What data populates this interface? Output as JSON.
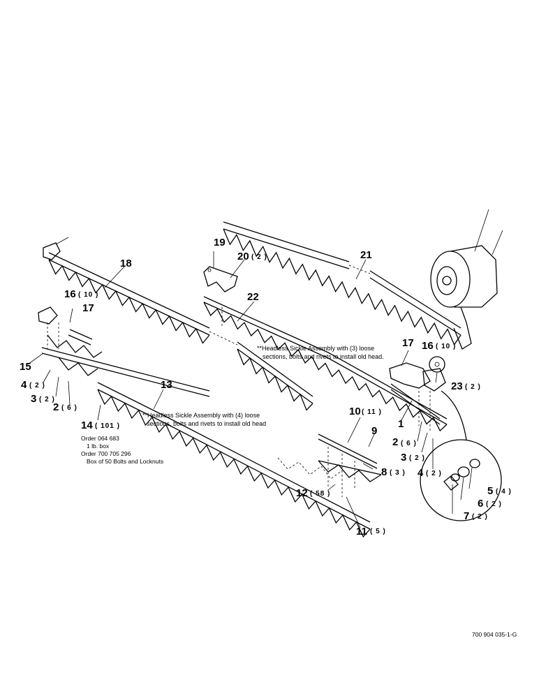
{
  "callouts": [
    {
      "id": "c1",
      "label": "1",
      "qty": ""
    },
    {
      "id": "c2a",
      "label": "2",
      "qty": "( 6 )"
    },
    {
      "id": "c2b",
      "label": "2",
      "qty": "( 6 )"
    },
    {
      "id": "c3a",
      "label": "3",
      "qty": "( 2 )"
    },
    {
      "id": "c3b",
      "label": "3",
      "qty": "( 2 )"
    },
    {
      "id": "c4a",
      "label": "4",
      "qty": "( 2 )"
    },
    {
      "id": "c4b",
      "label": "4",
      "qty": "( 2 )"
    },
    {
      "id": "c5",
      "label": "5",
      "qty": "( 4 )"
    },
    {
      "id": "c6",
      "label": "6",
      "qty": "( 2 )"
    },
    {
      "id": "c7",
      "label": "7",
      "qty": "( 2 )"
    },
    {
      "id": "c8",
      "label": "8",
      "qty": "( 3 )"
    },
    {
      "id": "c9",
      "label": "9",
      "qty": ""
    },
    {
      "id": "c10",
      "label": "10",
      "qty": "( 11 )"
    },
    {
      "id": "c11",
      "label": "11",
      "qty": "( 5 )"
    },
    {
      "id": "c12",
      "label": "12",
      "qty": "( 58 )"
    },
    {
      "id": "c13",
      "label": "13",
      "qty": ""
    },
    {
      "id": "c14",
      "label": "14",
      "qty": "( 101 )"
    },
    {
      "id": "c15",
      "label": "15",
      "qty": ""
    },
    {
      "id": "c16a",
      "label": "16",
      "qty": "( 10 )"
    },
    {
      "id": "c16b",
      "label": "16",
      "qty": "( 10 )"
    },
    {
      "id": "c17a",
      "label": "17",
      "qty": ""
    },
    {
      "id": "c17b",
      "label": "17",
      "qty": ""
    },
    {
      "id": "c18",
      "label": "18",
      "qty": ""
    },
    {
      "id": "c19",
      "label": "19",
      "qty": ""
    },
    {
      "id": "c20",
      "label": "20",
      "qty": "( 2 )"
    },
    {
      "id": "c21",
      "label": "21",
      "qty": ""
    },
    {
      "id": "c22",
      "label": "22",
      "qty": ""
    },
    {
      "id": "c23",
      "label": "23",
      "qty": "( 2 )"
    }
  ],
  "notes": {
    "headless_3": [
      "**Headless Sickle Assembly with (3) loose",
      "sections, bolts and rivets to install old head."
    ],
    "headless_4": [
      "**Headless Sickle Assembly with (4) loose",
      "sections, bolts and rivets to install old head"
    ],
    "order": [
      "Order 064 683",
      "1 lb. box",
      "Order 700 705 296",
      "Box of 50 Bolts and Locknuts"
    ]
  },
  "figure_number": "700 904 035-1-G"
}
